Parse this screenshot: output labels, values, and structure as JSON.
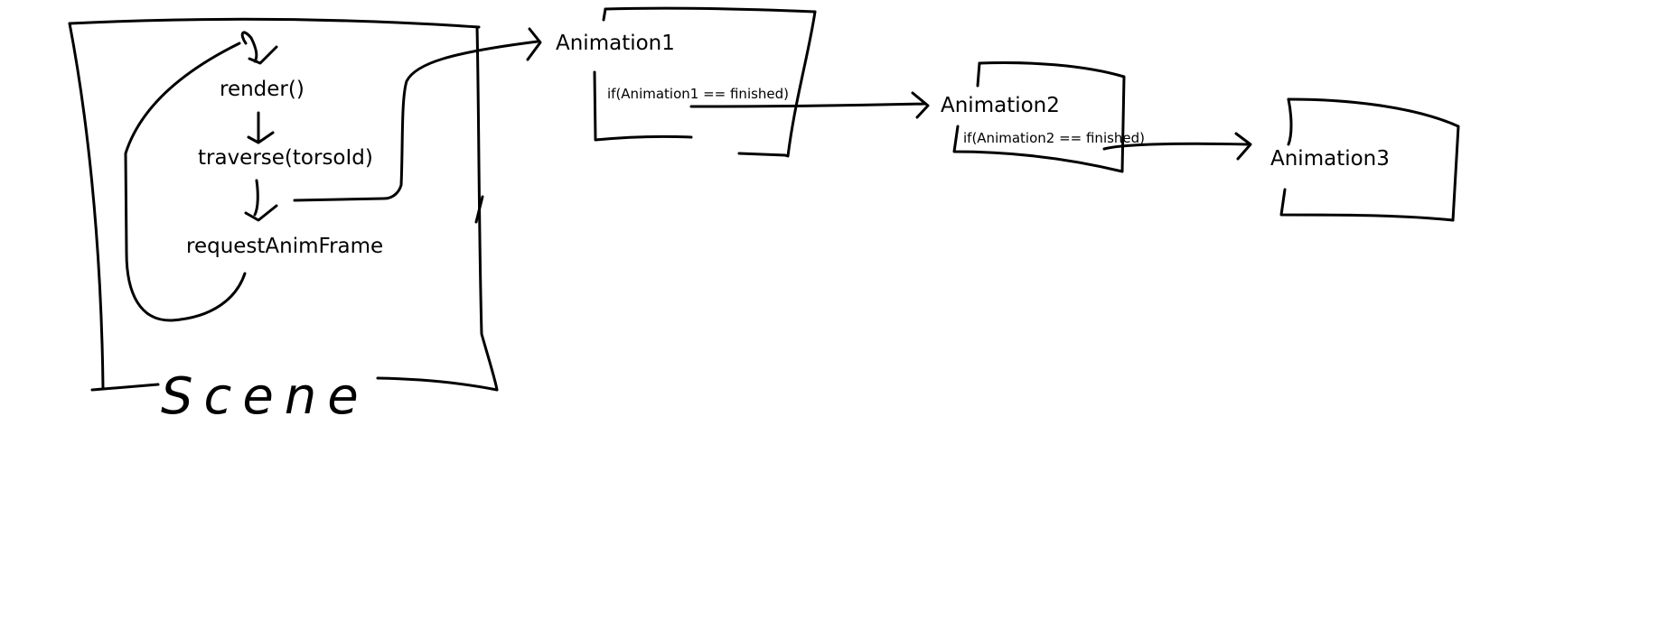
{
  "diagram": {
    "scene_label": "Scene",
    "loop_steps": [
      "render()",
      "traverse(torsoId)",
      "requestAnimFrame"
    ],
    "animations": [
      {
        "name": "Animation1",
        "condition": "if(Animation1 == finished)"
      },
      {
        "name": "Animation2",
        "condition": "if(Animation2 == finished)"
      },
      {
        "name": "Animation3",
        "condition": ""
      }
    ]
  }
}
